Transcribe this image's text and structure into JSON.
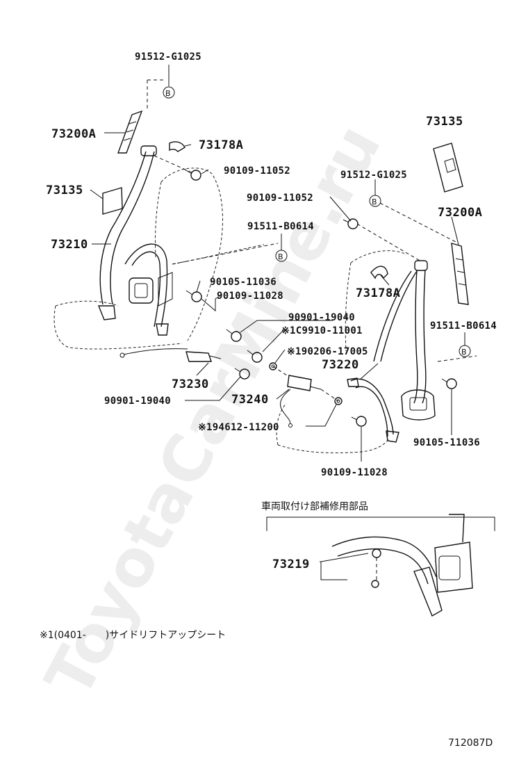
{
  "watermark": "ToyotaCarMine.ru",
  "labels": {
    "l91512_top": "91512-G1025",
    "l73200a_left": "73200A",
    "l73178a_left": "73178A",
    "l90109_11052_left": "90109-11052",
    "l73135_left": "73135",
    "l73210": "73210",
    "l90105_11036_left": "90105-11036",
    "l90109_11028_left": "90109-11028",
    "l73230": "73230",
    "l90901_19040_left": "90901-19040",
    "l73135_right": "73135",
    "l91512_right": "91512-G1025",
    "l90109_11052_right": "90109-11052",
    "l73200a_right": "73200A",
    "l91511_left": "91511-B0614",
    "l73178a_right": "73178A",
    "l90901_19040_right": "90901-19040",
    "l1c9910": "※1C9910-11001",
    "l190206": "※190206-17005",
    "l73220": "73220",
    "l91511_right": "91511-B0614",
    "l73240": "73240",
    "l194612": "※194612-11200",
    "l90105_11036_right": "90105-11036",
    "l90109_11028_bottom": "90109-11028",
    "inset_title": "車両取付け部補修用部品",
    "l73219": "73219",
    "footnote": "※1(0401-　　)サイドリフトアップシート",
    "diagram_code": "712087D"
  },
  "markers": {
    "b": "B"
  }
}
